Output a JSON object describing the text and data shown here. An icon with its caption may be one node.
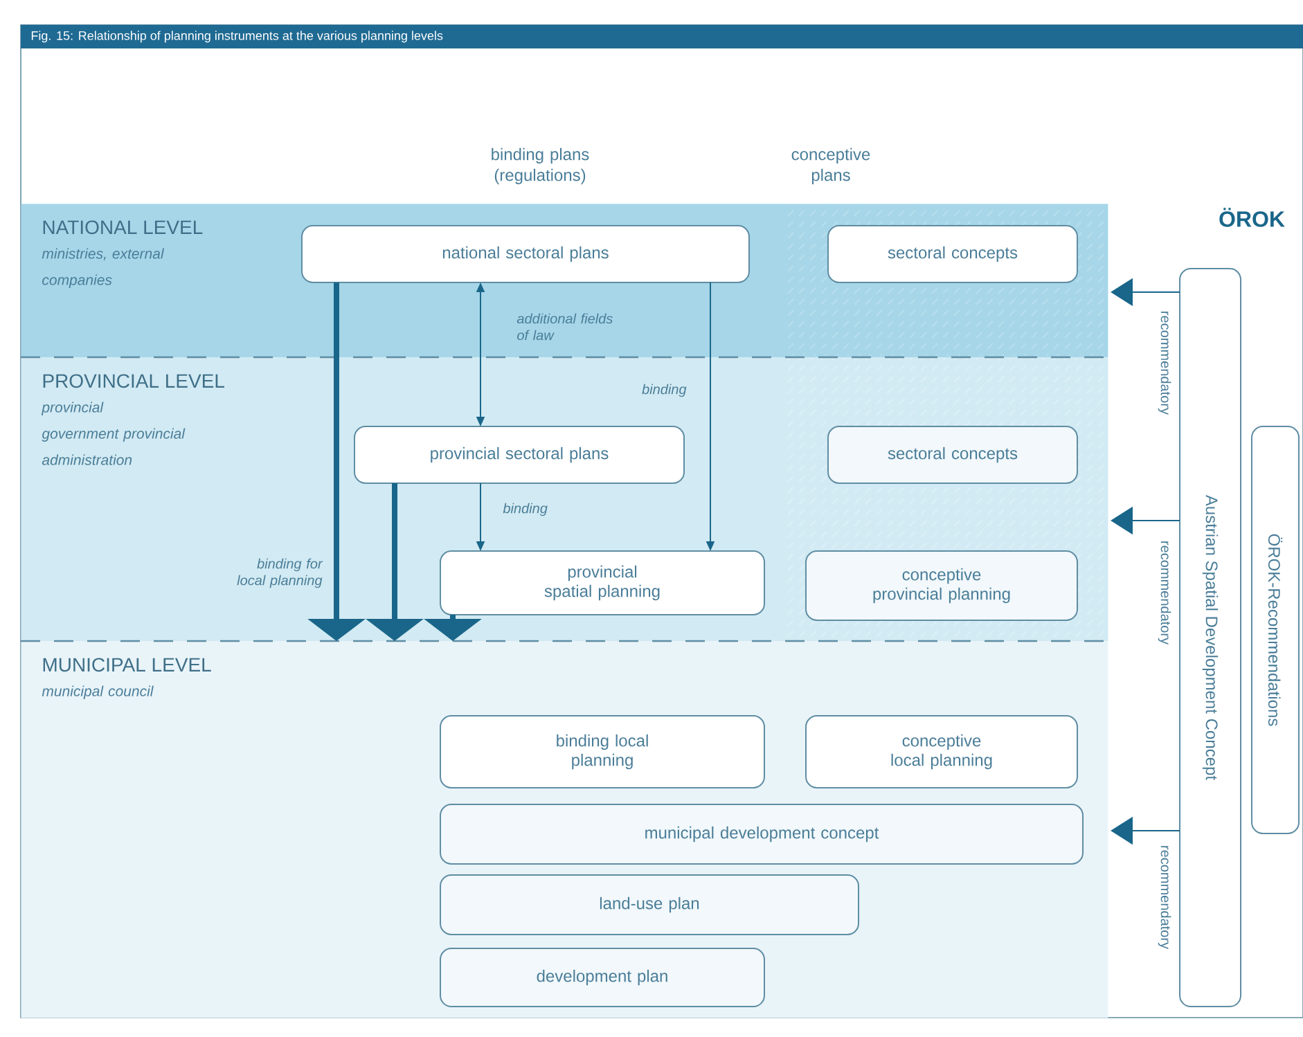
{
  "diagram": {
    "title": "Fig. 15: Relationship of planning instruments at the various planning levels",
    "nodes": [
      {
        "text": [
          "NATIONAL LEVEL",
          "ministries, external companies"
        ]
      },
      {
        "text": [
          "national sectoral plans"
        ],
        "in": 0
      },
      {
        "text": [
          "sectoral concepts"
        ],
        "in": 0
      },
      {
        "text": [
          "PROVINCIAL LEVEL",
          "provincial government provincial administration"
        ]
      },
      {
        "text": [
          "provincial sectoral plans"
        ],
        "in": 3
      },
      {
        "text": [
          "sectoral concepts"
        ],
        "in": 3
      },
      {
        "text": [
          "provincial spatial planning"
        ],
        "in": 3
      },
      {
        "text": [
          "conceptive provincial planning"
        ],
        "in": 3
      },
      {
        "text": [
          "MUNICIPAL LEVEL",
          "municipal council"
        ]
      },
      {
        "text": [
          "binding local planning"
        ],
        "in": 8
      },
      {
        "text": [
          "conceptive local planning"
        ],
        "in": 8
      },
      {
        "text": [
          "municipal development concept"
        ],
        "in": 8
      },
      {
        "text": [
          "land-use plan"
        ],
        "in": 8
      },
      {
        "text": [
          "development plan"
        ],
        "in": 8
      },
      {
        "text": [
          "Austrian Spatial Development Concept"
        ]
      },
      {
        "text": [
          "ÖROK-Recommendations"
        ]
      }
    ],
    "edges": [
      {
        "from": 1,
        "to": 4,
        "arrow": "both",
        "label": "additional fields of law"
      },
      {
        "from": 1,
        "to": 6,
        "arrow": "to",
        "label": "binding"
      },
      {
        "from": 4,
        "to": 6,
        "arrow": "to",
        "label": "binding"
      },
      {
        "from": 1,
        "to": 8,
        "arrow": "to",
        "style": "thick",
        "label": "binding for local planning"
      },
      {
        "from": 4,
        "to": 8,
        "arrow": "to",
        "style": "thick"
      },
      {
        "from": 6,
        "to": 8,
        "arrow": "to",
        "style": "thick"
      },
      {
        "from": 14,
        "to": 0,
        "arrow": "to",
        "label": "recommendatory"
      },
      {
        "from": 14,
        "to": 3,
        "arrow": "to",
        "label": "recommendatory"
      },
      {
        "from": 14,
        "to": 8,
        "arrow": "to",
        "label": "recommendatory"
      }
    ],
    "labels": [
      "binding plans (regulations)",
      "conceptive plans",
      "ÖROK"
    ]
  }
}
